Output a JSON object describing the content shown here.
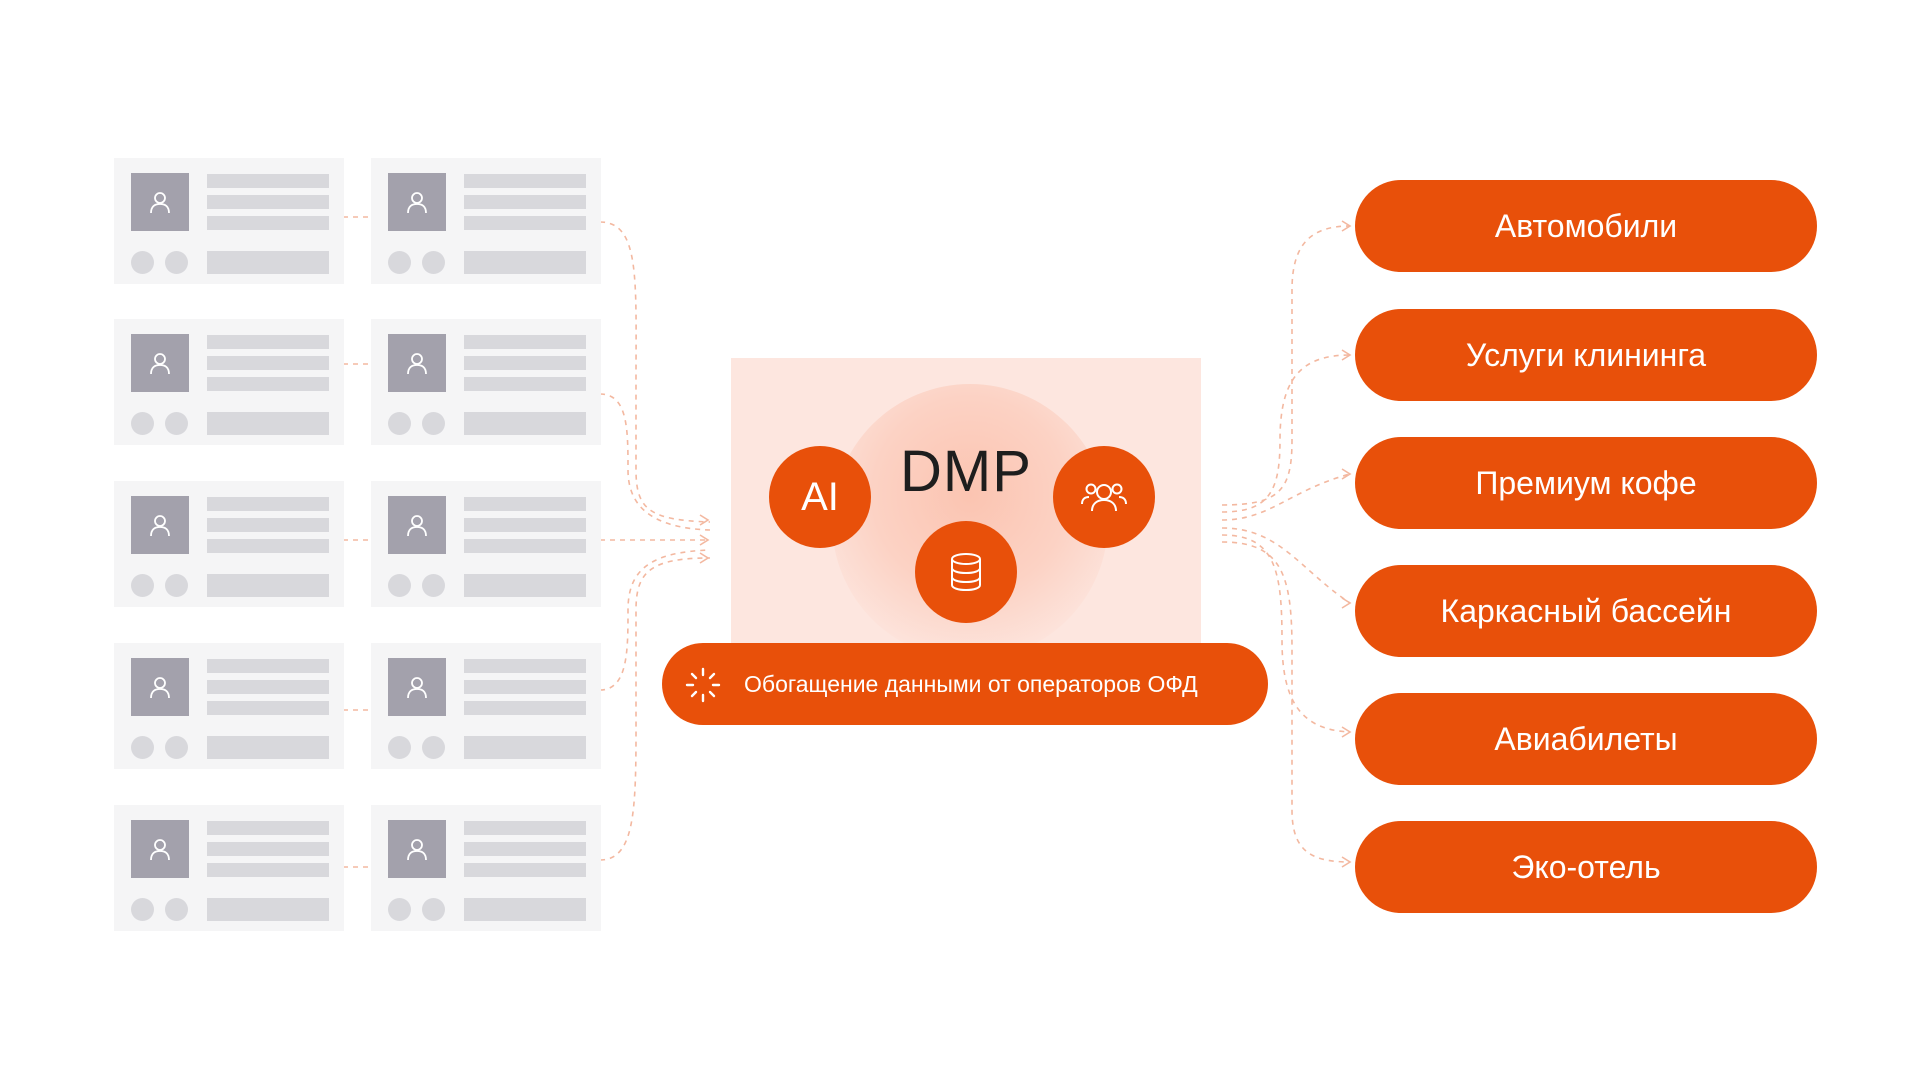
{
  "hub": {
    "title": "DMP",
    "ai_label": "AI",
    "icons": [
      "people-group-icon",
      "database-icon"
    ],
    "enrichment_label": "Обогащение данными от операторов ОФД",
    "enrichment_icon": "loading-spinner-icon"
  },
  "profiles": {
    "rows": 5,
    "columns": 2,
    "icon": "user-icon"
  },
  "segments": [
    {
      "label": "Автомобили"
    },
    {
      "label": "Услуги клининга"
    },
    {
      "label": "Премиум кофе"
    },
    {
      "label": "Каркасный бассейн"
    },
    {
      "label": "Авиабилеты"
    },
    {
      "label": "Эко-отель"
    }
  ],
  "colors": {
    "accent": "#e8500a",
    "hub_background": "#fde6df",
    "card_background": "#f5f5f6",
    "placeholder": "#d8d8dc",
    "avatar": "#a3a1ac",
    "connector": "#f3b8a0"
  }
}
